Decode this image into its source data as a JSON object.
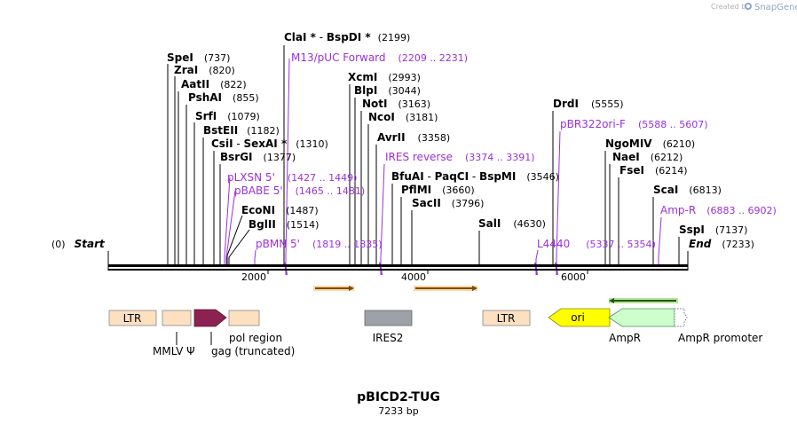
{
  "credit": {
    "prefix": "Created by",
    "brand": "SnapGene"
  },
  "map": {
    "title": "pBICD2-TUG",
    "length_label": "7233 bp",
    "start_pos": "(0)",
    "start_label": "Start",
    "end_label": "End",
    "end_pos": "(7233)",
    "ticks": [
      "2000",
      "4000",
      "6000"
    ]
  },
  "enzymes": [
    {
      "name": "ClaI *",
      "sep": " - ",
      "name2": "BspDI *",
      "pos": "(2199)"
    },
    {
      "name": "SpeI",
      "pos": "(737)"
    },
    {
      "name": "ZraI",
      "pos": "(820)"
    },
    {
      "name": "AatII",
      "pos": "(822)"
    },
    {
      "name": "PshAI",
      "pos": "(855)"
    },
    {
      "name": "SrfI",
      "pos": "(1079)"
    },
    {
      "name": "BstEII",
      "pos": "(1182)"
    },
    {
      "name": "CsiI",
      "sep": " - ",
      "name2": "SexAI *",
      "pos": "(1310)"
    },
    {
      "name": "BsrGI",
      "pos": "(1377)"
    },
    {
      "name": "EcoNI",
      "pos": "(1487)"
    },
    {
      "name": "BglII",
      "pos": "(1514)"
    },
    {
      "name": "XcmI",
      "pos": "(2993)"
    },
    {
      "name": "BlpI",
      "pos": "(3044)"
    },
    {
      "name": "NotI",
      "pos": "(3163)"
    },
    {
      "name": "NcoI",
      "pos": "(3181)"
    },
    {
      "name": "AvrII",
      "pos": "(3358)"
    },
    {
      "name": "BfuAI",
      "sep": " - ",
      "name2": "PaqCI",
      "sep2": " - ",
      "name3": "BspMI",
      "pos": "(3546)"
    },
    {
      "name": "PflMI",
      "pos": "(3660)"
    },
    {
      "name": "SacII",
      "pos": "(3796)"
    },
    {
      "name": "SalI",
      "pos": "(4630)"
    },
    {
      "name": "DrdI",
      "pos": "(5555)"
    },
    {
      "name": "NgoMIV",
      "pos": "(6210)"
    },
    {
      "name": "NaeI",
      "pos": "(6212)"
    },
    {
      "name": "FseI",
      "pos": "(6214)"
    },
    {
      "name": "ScaI",
      "pos": "(6813)"
    },
    {
      "name": "SspI",
      "pos": "(7137)"
    }
  ],
  "primers": [
    {
      "name": "M13/pUC Forward",
      "range": "(2209 .. 2231)"
    },
    {
      "name": "IRES reverse",
      "range": "(3374 .. 3391)"
    },
    {
      "name": "pLXSN 5'",
      "range": "(1427 .. 1449)"
    },
    {
      "name": "pBABE 5'",
      "range": "(1465 .. 1481)"
    },
    {
      "name": "pBMN 5'",
      "range": "(1819 .. 1835)"
    },
    {
      "name": "pBR322ori-F",
      "range": "(5588 .. 5607)"
    },
    {
      "name": "Amp-R",
      "range": "(6883 .. 6902)"
    },
    {
      "name": "L4440",
      "range": "(5337 .. 5354)"
    }
  ],
  "features": [
    {
      "name": "LTR",
      "color": "#fde0c0",
      "shape": "box"
    },
    {
      "name": "MMLV Ψ",
      "color": "#fde0c0",
      "shape": "box"
    },
    {
      "name": "gag (truncated)",
      "color": "#8b2252",
      "shape": "arrow-right"
    },
    {
      "name": "pol region",
      "color": "#fde0c0",
      "shape": "box"
    },
    {
      "name": "IRES2",
      "color": "#9fa1a9",
      "shape": "box"
    },
    {
      "name": "LTR",
      "color": "#fde0c0",
      "shape": "box"
    },
    {
      "name": "ori",
      "color": "#ffff00",
      "shape": "arrow-left"
    },
    {
      "name": "AmpR",
      "color": "#ccffcc",
      "shape": "arrow-left"
    },
    {
      "name": "AmpR promoter",
      "color": "#ffffff",
      "shape": "arrow-left"
    }
  ],
  "orfs": [
    {
      "direction": "forward",
      "color": "#f5a623"
    },
    {
      "direction": "forward",
      "color": "#f5a623"
    },
    {
      "direction": "reverse",
      "color": "#3e8e1a"
    }
  ]
}
